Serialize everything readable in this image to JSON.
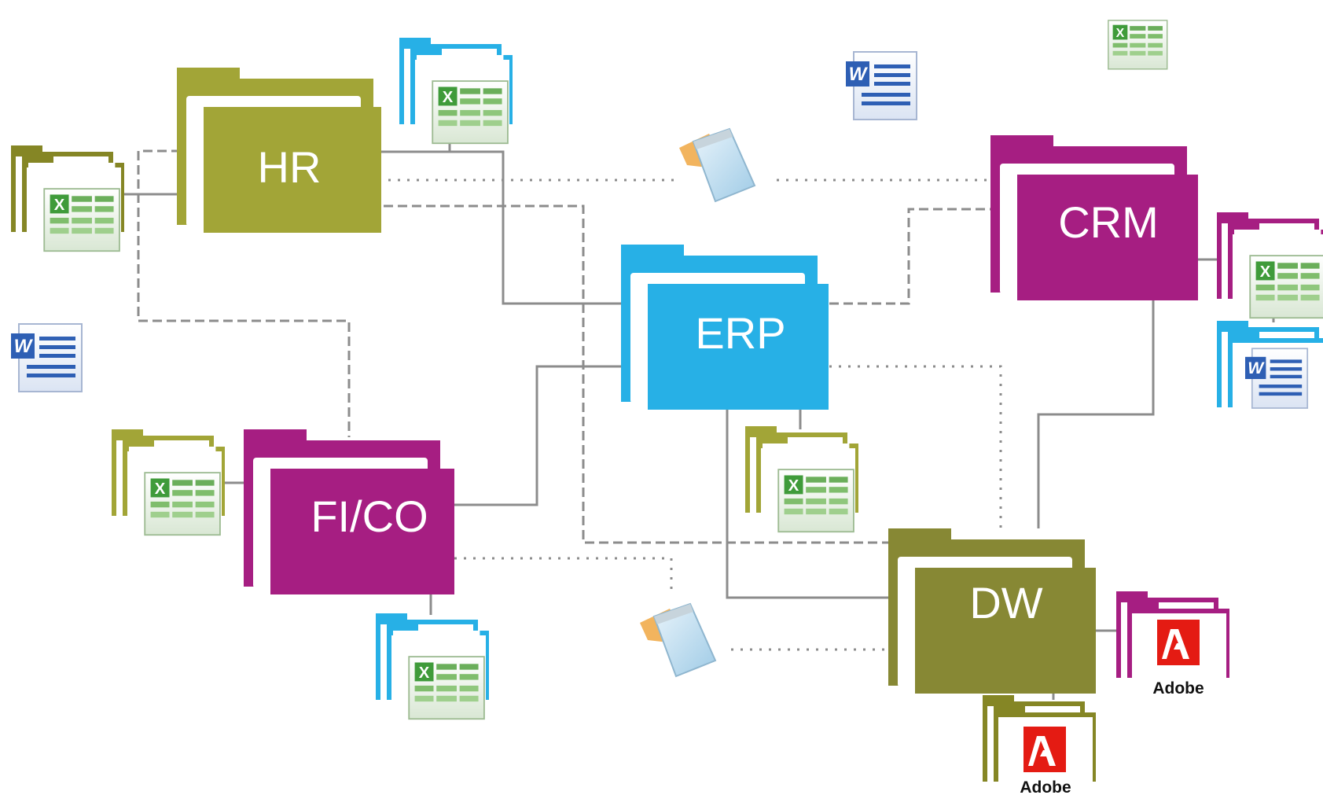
{
  "colors": {
    "hr": "#a2a537",
    "erp": "#27b0e6",
    "crm": "#a61e82",
    "fico": "#a61e82",
    "dw": "#878834",
    "line": "#8c8c8c",
    "excel_green": "#3f9b3a",
    "word_blue": "#2e5fb4",
    "adobe_red": "#e41b13"
  },
  "folders": {
    "hr": {
      "label": "HR"
    },
    "erp": {
      "label": "ERP"
    },
    "crm": {
      "label": "CRM"
    },
    "fico": {
      "label": "FI/CO"
    },
    "dw": {
      "label": "DW"
    }
  },
  "icons": {
    "adobe_1": {
      "label": "Adobe"
    },
    "adobe_2": {
      "label": "Adobe"
    }
  }
}
